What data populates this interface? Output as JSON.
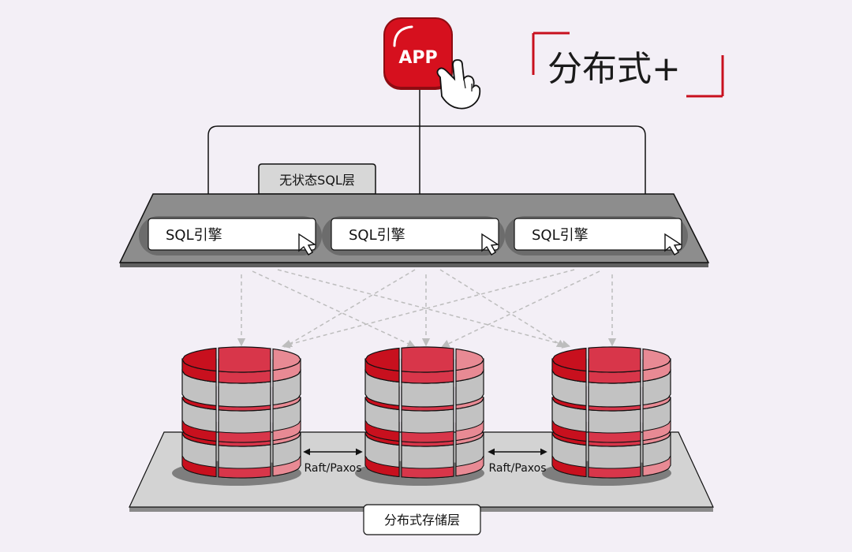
{
  "brand": {
    "title": "分布式+"
  },
  "app": {
    "label": "APP"
  },
  "sql_layer": {
    "tab_label": "无状态SQL层",
    "engines": [
      {
        "label": "SQL引擎"
      },
      {
        "label": "SQL引擎"
      },
      {
        "label": "SQL引擎"
      }
    ]
  },
  "storage_layer": {
    "label": "分布式存储层",
    "links": [
      {
        "label": "Raft/Paxos"
      },
      {
        "label": "Raft/Paxos"
      }
    ]
  },
  "colors": {
    "accent_red": "#c8101e",
    "db_red": "#d8364a",
    "db_pink": "#e88a94",
    "db_gray": "#c2c2c2",
    "platform_gray": "#8d8d8d"
  }
}
